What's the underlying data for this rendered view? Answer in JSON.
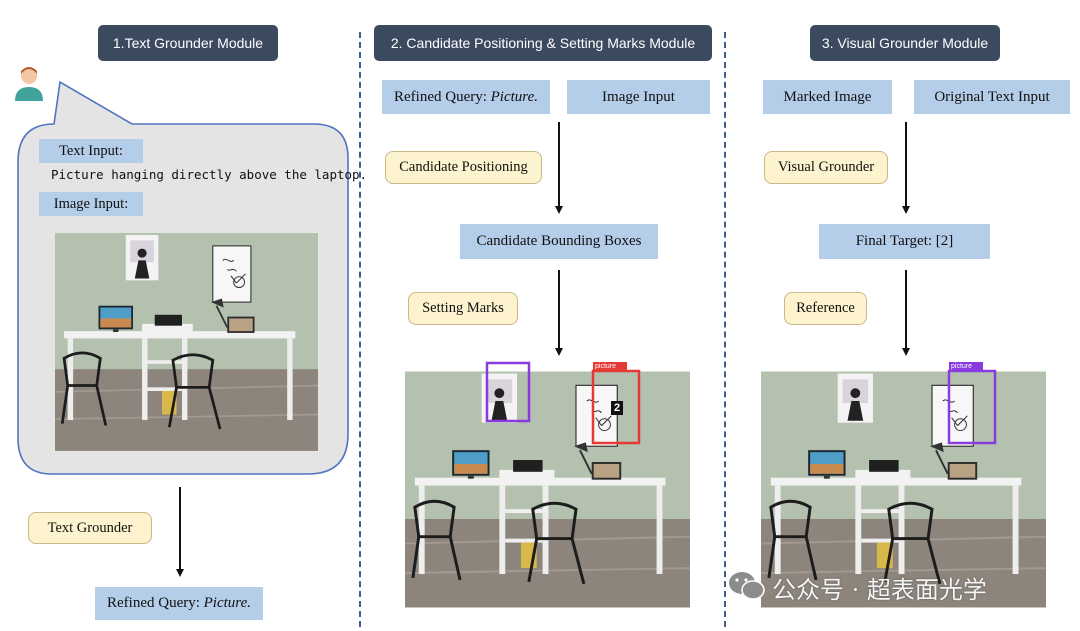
{
  "modules": {
    "text_grounder_title": "1.Text Grounder Module",
    "candidate_title": "2. Candidate Positioning & Setting Marks Module",
    "visual_title": "3. Visual Grounder Module"
  },
  "left": {
    "text_input_label": "Text Input:",
    "query_text": "Picture hanging directly above the laptop.",
    "image_input_label": "Image Input:",
    "text_grounder": "Text Grounder",
    "refined_query_prefix": "Refined Query: ",
    "refined_query_value": "Picture."
  },
  "middle": {
    "refined_query_prefix": "Refined Query: ",
    "refined_query_value": "Picture.",
    "image_input": "Image Input",
    "candidate_positioning": "Candidate Positioning",
    "candidate_boxes": "Candidate Bounding Boxes",
    "setting_marks": "Setting Marks",
    "box_tag": "picture",
    "mark_number": "2"
  },
  "right": {
    "marked_image": "Marked Image",
    "original_text_input": "Original Text Input",
    "visual_grounder": "Visual Grounder",
    "final_target": "Final Target: [2]",
    "reference": "Reference",
    "box_tag": "picture"
  },
  "watermark": "公众号 · 超表面光学",
  "colors": {
    "header_bg": "#3b4a5f",
    "blue_box": "#b4cde9",
    "yellow_box": "#fdf3cf",
    "divider": "#3d5f8a",
    "red_mark": "#e53935",
    "purple_mark": "#8a3be0"
  }
}
